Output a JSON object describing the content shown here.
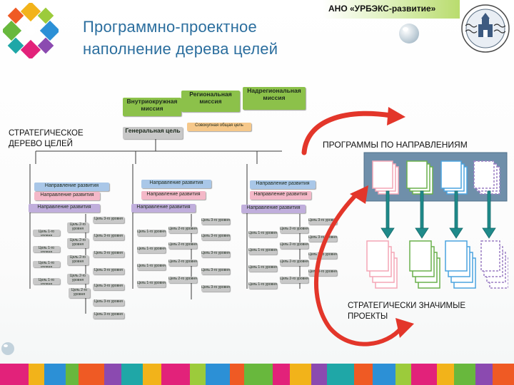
{
  "slide": {
    "title_line1": "Программно-проектное",
    "title_line2": "наполнение дерева целей",
    "organization": "АНО «УРБЭКС-развитие»",
    "label_tree_line1": "СТРАТЕГИЧЕСКОЕ",
    "label_tree_line2": "ДЕРЕВО ЦЕЛЕЙ",
    "label_programs": "ПРОГРАММЫ ПО НАПРАВЛЕНИЯМ",
    "label_projects_line1": "СТРАТЕГИЧЕСКИ ЗНАЧИМЫЕ",
    "label_projects_line2": "ПРОЕКТЫ"
  },
  "tree": {
    "missions": [
      "Внутриокружная миссия",
      "Региональная миссия",
      "Надрегиональная миссия"
    ],
    "general_goal": "Генеральная цель",
    "cumulative_goal": "Совокупная общая цель",
    "columns": [
      {
        "direction": "Направление развития",
        "sub_direction": "Направление развития",
        "branch": "Направление развития"
      },
      {
        "direction": "Направление развития",
        "sub_direction": "Направление развития",
        "branch": "Направление развития"
      },
      {
        "direction": "Направление развития",
        "sub_direction": "Направление развития",
        "branch": "Направление развития"
      }
    ],
    "goal_level1": "Цель 1-го уровня",
    "goal_level2": "Цель 2-го уровня",
    "goal_level3": "Цель 3-го уровня"
  },
  "colors": {
    "title": "#2b6e9e",
    "mission_green": "#7fc242",
    "goal_grey": "#c8c8c8",
    "direction_blue": "#a9c7e8",
    "direction_pink": "#f4b8c8",
    "goal_purple": "#c0aedc",
    "program_panel": "#6f8faa",
    "arrow_teal": "#1f8a8a",
    "arrow_red": "#e3362a"
  },
  "programs": {
    "stack_colors": [
      "#f4a6b6",
      "#6ab04c",
      "#4aa3df",
      "#9b7fc4"
    ]
  },
  "projects": {
    "stack_colors": [
      "#f4a6b6",
      "#6ab04c",
      "#4aa3df",
      "#9b7fc4"
    ]
  }
}
